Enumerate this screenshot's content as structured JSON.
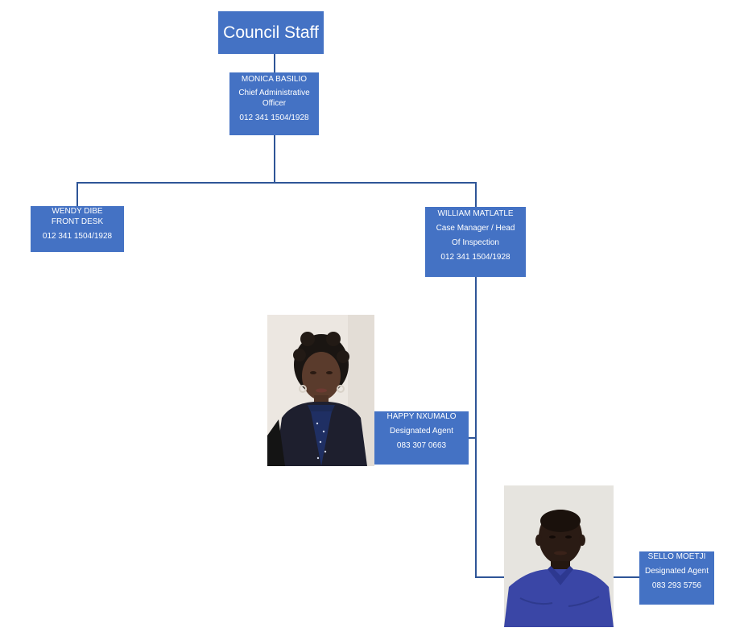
{
  "chart": {
    "title": "Council Staff"
  },
  "nodes": {
    "ceo": {
      "name": "MONICA BASILIO",
      "role_line1": "Chief Administrative",
      "role_line2": "Officer",
      "phone": "012 341 1504/1928"
    },
    "front_desk": {
      "name": "WENDY DIBE",
      "role": "FRONT DESK",
      "phone": "012 341 1504/1928"
    },
    "case_manager": {
      "name": "WILLIAM MATLATLE",
      "role_line1": "Case Manager / Head",
      "role_line2": "Of Inspection",
      "phone": "012 341 1504/1928"
    },
    "agent_1": {
      "name": "HAPPY NXUMALO",
      "role": "Designated Agent",
      "phone": "083 307 0663"
    },
    "agent_2": {
      "name": "SELLO MOETJI",
      "role": "Designated Agent",
      "phone": "083 293 5756"
    }
  },
  "colors": {
    "box_fill": "#4472c4",
    "connector": "#2e5597",
    "text": "#ffffff"
  }
}
